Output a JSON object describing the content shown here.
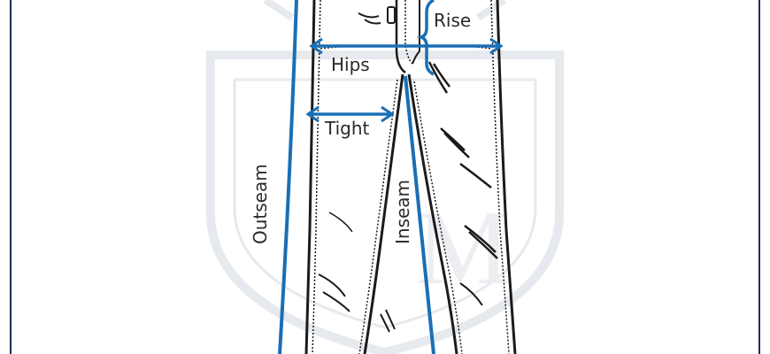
{
  "colors": {
    "measure": "#1a6fb5",
    "outline": "#1b1b1b",
    "border": "#1f2f4d",
    "watermark": "#e6e9ee"
  },
  "labels": {
    "rise": "Rise",
    "hips": "Hips",
    "tight": "Tight",
    "outseam": "Outseam",
    "inseam": "Inseam"
  },
  "icons": {
    "watermark": "shield-crest-icon"
  }
}
